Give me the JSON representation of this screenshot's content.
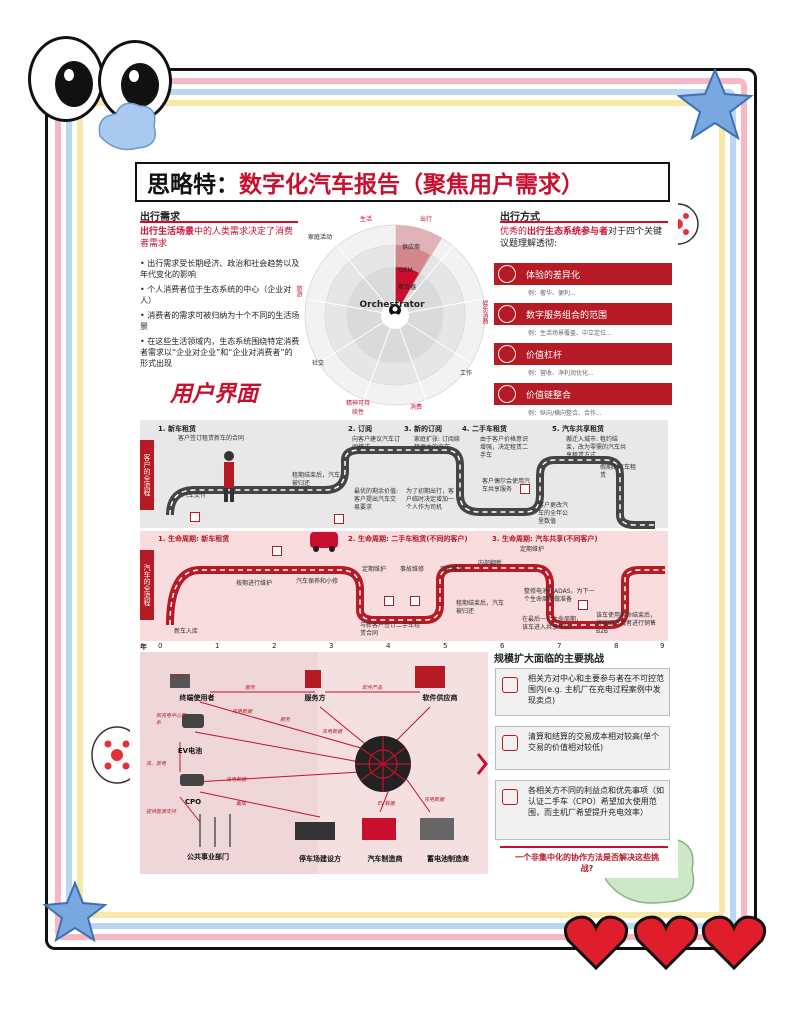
{
  "title": {
    "prefix": "思略特：",
    "main": "数字化汽车报告（聚焦用户需求）"
  },
  "left": {
    "heading": "出行需求",
    "intro_bold": "出行生活场景",
    "intro_rest": "中的人类需求决定了消费者需求",
    "bullets": [
      "出行需求受长期经济、政治和社会趋势以及年代变化的影响",
      "个人消费者位于生态系统的中心（企业对人）",
      "消费者的需求可被归纳为十个不同的生活场景",
      "在这些生活领域内，生态系统围绕特定消费者需求以“企业对企业”和“企业对消费者”的形式出现"
    ]
  },
  "wheel": {
    "center": "Orchestrator",
    "sectors": [
      "生活",
      "出行",
      "娱乐消费",
      "工作",
      "消费",
      "精神可持续性",
      "社交",
      "旅游",
      "家庭活动"
    ],
    "inner": [
      "供应商",
      "OEM",
      "聚合器"
    ]
  },
  "right": {
    "heading": "出行方式",
    "intro_bold": "出行生态系统参与者",
    "intro_pre": "优秀的",
    "intro_rest": "对于四个关键议题理解透彻:",
    "items": [
      {
        "label": "体验的差异化",
        "sub": "例：奢华、便利..."
      },
      {
        "label": "数字服务组合的范围",
        "sub": "例：生活场景覆盖、中立定位..."
      },
      {
        "label": "价值杠杆",
        "sub": "例：营收、净利润优化..."
      },
      {
        "label": "价值链整合",
        "sub": "例：纵向/横向整合、合作..."
      }
    ]
  },
  "handwritten": "用户界面",
  "journey": {
    "band1_label": "客户的全流程",
    "band2_label": "汽车的全流程",
    "stages1": [
      "1. 新车租赁",
      "2. 订阅",
      "3. 新的订阅",
      "4. 二手车租赁",
      "5. 汽车共享租赁"
    ],
    "stages2": [
      "1. 生命周期: 新车租赁",
      "2. 生命周期: 二手车租赁(不同的客户)",
      "3. 生命周期: 汽车共享(不同客户)"
    ],
    "notes1": [
      "客户签订租赁新车的合同",
      "向客户建议汽车订阅模式",
      "家庭扩张: 订阅续租更大的汽车",
      "由于客户价格意识增强，决定租赁二手车",
      "搬迁入城市: 租约结束，改为零需的汽车共享租赁方式",
      "汽车交付",
      "租期结束后，汽车被归还",
      "最优的剩余价值: 客户提出汽车交易要求",
      "为了初期出行，客户临时决定增加一个人作为司机",
      "客户偶尔会使用汽车共享服务",
      "客户更改汽车的全年公里数值",
      "假期的汽车租赁"
    ],
    "notes2": [
      "新车入库",
      "按期进行维护",
      "汽车保养和小修",
      "定期维护",
      "事故维修",
      "定期维护",
      "内部翻新",
      "租期结束后，汽车被归还",
      "与新客户签订二手车租赁合同",
      "整修电池和ADAS，为下一个生命周期做准备",
      "在最后一个生命周期，该车进入共享车队",
      "定期维护",
      "该车使用寿命结束后，将被回收或者进行销售B2B"
    ],
    "axis_label": "年",
    "axis": [
      "0",
      "1",
      "2",
      "3",
      "4",
      "5",
      "6",
      "7",
      "8",
      "9"
    ]
  },
  "ecosystem": {
    "nodes": [
      "终端使用者",
      "服务方",
      "软件供应商",
      "EV电池",
      "CPO",
      "公共事业部门",
      "停车场建设方",
      "汽车制造商",
      "蓄电池制造商"
    ],
    "flows": [
      "服务",
      "软件产品",
      "充电数据",
      "服务",
      "充电数据",
      "和充电中心联系",
      "充、放电",
      "提供能源支持",
      "充电数据",
      "集成",
      "EV数据",
      "充电数据",
      "V2H"
    ]
  },
  "challenges": {
    "heading": "规模扩大面临的主要挑战",
    "items": [
      "相关方对中心和主要参与者在不可控范围内(e.g. 主机厂在充电过程案例中发现卖点)",
      "清算和结算的交易成本相对较高(单个交易的价值相对较低)",
      "各相关方不同的利益点和优先事项（如认证二手车（CPO）希望加大使用范围，而主机厂希望提升充电效率）"
    ],
    "question": "一个非集中化的协作方法是否解决这些挑战?"
  },
  "colors": {
    "accent": "#c8102e",
    "dark_red": "#b51a25",
    "pink": "#f8dcde"
  }
}
